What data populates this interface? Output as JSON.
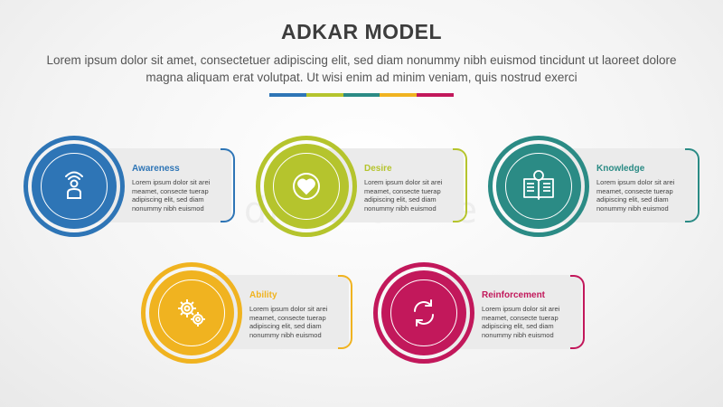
{
  "header": {
    "title": "ADKAR MODEL",
    "subtitle": "Lorem ipsum dolor sit amet, consectetuer adipiscing elit, sed diam nonummy nibh euismod tincidunt ut laoreet dolore magna aliquam erat volutpat. Ut wisi enim ad minim veniam, quis nostrud exerci",
    "divider_colors": [
      "#2e75b6",
      "#b5c42d",
      "#2b8b85",
      "#f0b320",
      "#c2185b"
    ]
  },
  "watermark": "dreamstime",
  "items": [
    {
      "title": "Awareness",
      "desc": "Lorem ipsum dolor sit arei meamet, consecte tuerap adipiscing elit, sed diam nonummy nibh euismod",
      "color": "#2e75b6",
      "icon": "person-signal-icon"
    },
    {
      "title": "Desire",
      "desc": "Lorem ipsum dolor sit arei meamet, consecte tuerap adipiscing elit, sed diam nonummy nibh euismod",
      "color": "#b5c42d",
      "icon": "heart-icon"
    },
    {
      "title": "Knowledge",
      "desc": "Lorem ipsum dolor sit arei meamet, consecte tuerap adipiscing elit, sed diam nonummy nibh euismod",
      "color": "#2b8b85",
      "icon": "book-bulb-icon"
    },
    {
      "title": "Ability",
      "desc": "Lorem ipsum dolor sit arei meamet, consecte tuerap adipiscing elit, sed diam nonummy nibh euismod",
      "color": "#f0b320",
      "icon": "gears-icon"
    },
    {
      "title": "Reinforcement",
      "desc": "Lorem ipsum dolor sit arei meamet, consecte tuerap adipiscing elit, sed diam nonummy nibh euismod",
      "color": "#c2185b",
      "icon": "cycle-arrows-icon"
    }
  ]
}
